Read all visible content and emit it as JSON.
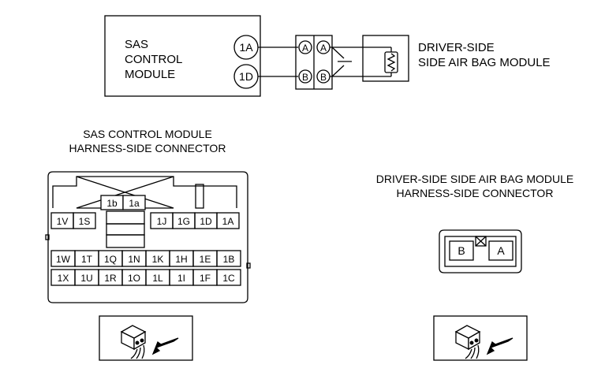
{
  "wiring": {
    "module_line1": "SAS",
    "module_line2": "CONTROL",
    "module_line3": "MODULE",
    "pin_top": "1A",
    "pin_bottom": "1D",
    "conn_a_left": "A",
    "conn_a_right": "A",
    "conn_b_left": "B",
    "conn_b_right": "B",
    "airbag_line1": "DRIVER-SIDE",
    "airbag_line2": "SIDE AIR BAG MODULE"
  },
  "sas_connector": {
    "title_line1": "SAS CONTROL MODULE",
    "title_line2": "HARNESS-SIDE CONNECTOR",
    "top_pins": [
      "1b",
      "1a"
    ],
    "row1_left": [
      "1V",
      "1S"
    ],
    "row1_right": [
      "1J",
      "1G",
      "1D",
      "1A"
    ],
    "row2": [
      "1W",
      "1T",
      "1Q",
      "1N",
      "1K",
      "1H",
      "1E",
      "1B"
    ],
    "row3": [
      "1X",
      "1U",
      "1R",
      "1O",
      "1L",
      "1I",
      "1F",
      "1C"
    ]
  },
  "airbag_connector": {
    "title_line1": "DRIVER-SIDE SIDE AIR BAG MODULE",
    "title_line2": "HARNESS-SIDE CONNECTOR",
    "pin_left": "B",
    "pin_right": "A"
  },
  "icons": [
    "harness-side-view-icon",
    "harness-side-view-icon"
  ]
}
